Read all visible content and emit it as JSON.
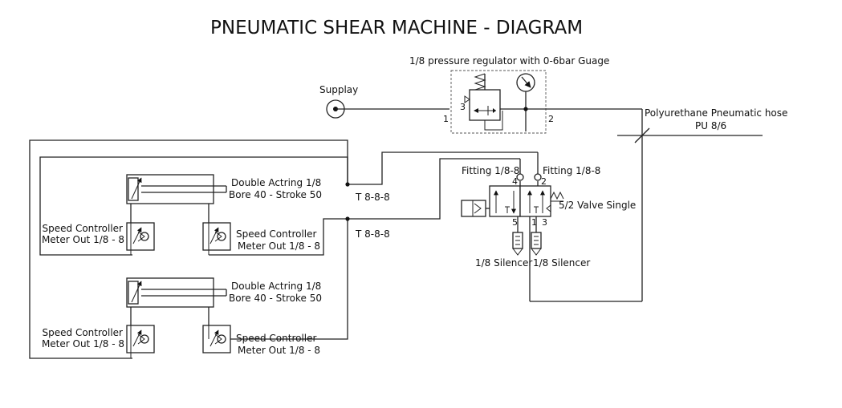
{
  "title": "PNEUMATIC SHEAR MACHINE - DIAGRAM",
  "regulator": {
    "label": "1/8 pressure regulator with 0-6bar Guage",
    "port_in": "1",
    "port_out": "2",
    "port_exhaust": "3"
  },
  "supply": {
    "label": "Supplay"
  },
  "hose": {
    "label_line1": "Polyurethane Pneumatic hose",
    "label_line2": "PU 8/6"
  },
  "tees": {
    "upper": "T 8-8-8",
    "lower": "T 8-8-8"
  },
  "valve": {
    "label": "5/2 Valve Single",
    "fitting_left": "Fitting 1/8-8",
    "fitting_right": "Fitting 1/8-8",
    "ports": {
      "p4": "4",
      "p2": "2",
      "p5": "5",
      "p1": "1",
      "p3": "3"
    },
    "silencer_left": "1/8 Silencer",
    "silencer_right": "1/8 Silencer"
  },
  "cylinders": [
    {
      "label_line1": "Double Actring 1/8",
      "label_line2": "Bore 40 - Stroke 50",
      "speed_left_line1": "Speed Controller",
      "speed_left_line2": "Meter Out 1/8 - 8",
      "speed_right_line1": "Speed Controller",
      "speed_right_line2": "Meter Out 1/8 - 8"
    },
    {
      "label_line1": "Double Actring 1/8",
      "label_line2": "Bore 40 - Stroke 50",
      "speed_left_line1": "Speed Controller",
      "speed_left_line2": "Meter Out 1/8 - 8",
      "speed_right_line1": "Speed Controller",
      "speed_right_line2": "Meter Out 1/8 - 8"
    }
  ]
}
